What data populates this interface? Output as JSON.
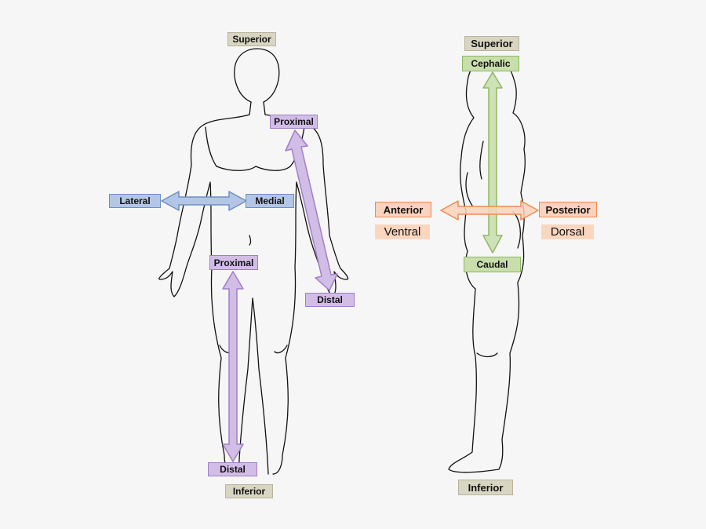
{
  "front_view": {
    "superior": "Superior",
    "inferior": "Inferior",
    "lateral": "Lateral",
    "medial": "Medial",
    "arm_proximal": "Proximal",
    "arm_distal": "Distal",
    "leg_proximal": "Proximal",
    "leg_distal": "Distal"
  },
  "side_view": {
    "superior": "Superior",
    "inferior": "Inferior",
    "cephalic": "Cephalic",
    "caudal": "Caudal",
    "anterior": "Anterior",
    "posterior": "Posterior",
    "ventral": "Ventral",
    "dorsal": "Dorsal"
  }
}
